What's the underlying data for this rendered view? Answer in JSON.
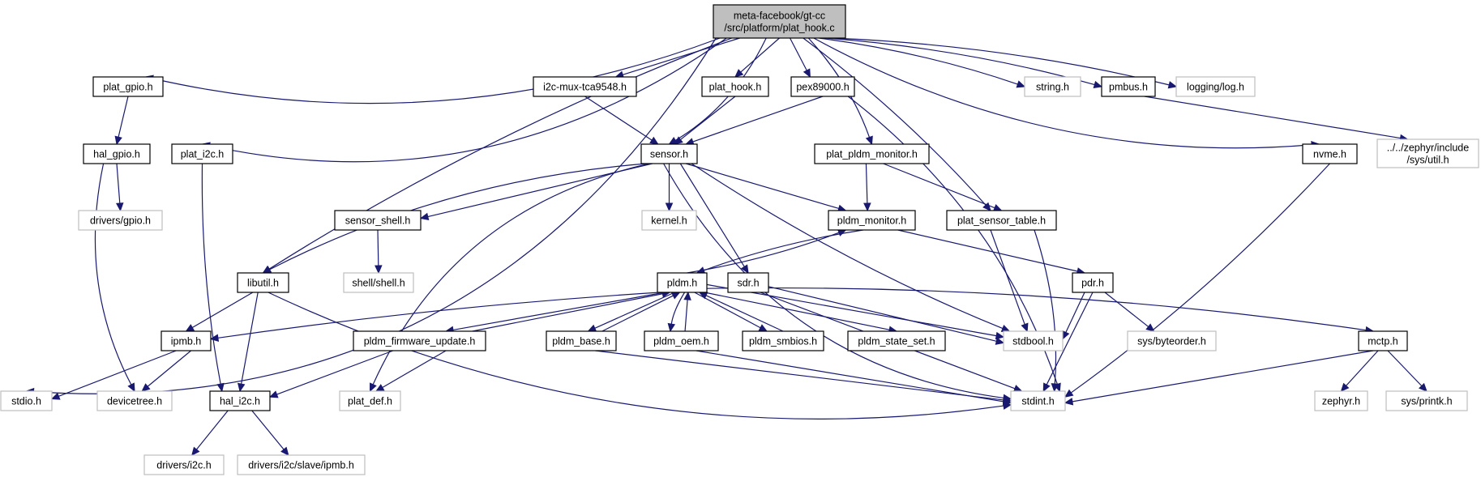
{
  "colors": {
    "edge": "#191970",
    "root_fill": "#bfbfbf",
    "local_border": "#000000",
    "external_border": "#bfbfbf"
  },
  "nodes": {
    "root": {
      "lines": [
        "meta-facebook/gt-cc",
        "/src/platform/plat_hook.c"
      ],
      "kind": "root"
    },
    "plat_gpio": {
      "lines": [
        "plat_gpio.h"
      ],
      "kind": "local"
    },
    "i2c_mux": {
      "lines": [
        "i2c-mux-tca9548.h"
      ],
      "kind": "local"
    },
    "plat_hook": {
      "lines": [
        "plat_hook.h"
      ],
      "kind": "local"
    },
    "pex89000": {
      "lines": [
        "pex89000.h"
      ],
      "kind": "local"
    },
    "string": {
      "lines": [
        "string.h"
      ],
      "kind": "external"
    },
    "pmbus": {
      "lines": [
        "pmbus.h"
      ],
      "kind": "local"
    },
    "logging": {
      "lines": [
        "logging/log.h"
      ],
      "kind": "external"
    },
    "hal_gpio": {
      "lines": [
        "hal_gpio.h"
      ],
      "kind": "local"
    },
    "plat_i2c": {
      "lines": [
        "plat_i2c.h"
      ],
      "kind": "local"
    },
    "sensor": {
      "lines": [
        "sensor.h"
      ],
      "kind": "local"
    },
    "plat_pldm_monitor": {
      "lines": [
        "plat_pldm_monitor.h"
      ],
      "kind": "local"
    },
    "nvme": {
      "lines": [
        "nvme.h"
      ],
      "kind": "local"
    },
    "sys_util": {
      "lines": [
        "../../zephyr/include",
        "/sys/util.h"
      ],
      "kind": "external"
    },
    "drivers_gpio": {
      "lines": [
        "drivers/gpio.h"
      ],
      "kind": "external"
    },
    "sensor_shell": {
      "lines": [
        "sensor_shell.h"
      ],
      "kind": "local"
    },
    "kernel": {
      "lines": [
        "kernel.h"
      ],
      "kind": "external"
    },
    "pldm_monitor": {
      "lines": [
        "pldm_monitor.h"
      ],
      "kind": "local"
    },
    "plat_sensor_table": {
      "lines": [
        "plat_sensor_table.h"
      ],
      "kind": "local"
    },
    "shell": {
      "lines": [
        "shell/shell.h"
      ],
      "kind": "external"
    },
    "libutil": {
      "lines": [
        "libutil.h"
      ],
      "kind": "local"
    },
    "pldm": {
      "lines": [
        "pldm.h"
      ],
      "kind": "local"
    },
    "sdr": {
      "lines": [
        "sdr.h"
      ],
      "kind": "local"
    },
    "pdr": {
      "lines": [
        "pdr.h"
      ],
      "kind": "local"
    },
    "ipmb": {
      "lines": [
        "ipmb.h"
      ],
      "kind": "local"
    },
    "pldm_fw": {
      "lines": [
        "pldm_firmware_update.h"
      ],
      "kind": "local"
    },
    "pldm_base": {
      "lines": [
        "pldm_base.h"
      ],
      "kind": "local"
    },
    "pldm_oem": {
      "lines": [
        "pldm_oem.h"
      ],
      "kind": "local"
    },
    "pldm_smbios": {
      "lines": [
        "pldm_smbios.h"
      ],
      "kind": "local"
    },
    "pldm_state_set": {
      "lines": [
        "pldm_state_set.h"
      ],
      "kind": "local"
    },
    "stdbool": {
      "lines": [
        "stdbool.h"
      ],
      "kind": "external"
    },
    "byteorder": {
      "lines": [
        "sys/byteorder.h"
      ],
      "kind": "external"
    },
    "mctp": {
      "lines": [
        "mctp.h"
      ],
      "kind": "local"
    },
    "stdio": {
      "lines": [
        "stdio.h"
      ],
      "kind": "external"
    },
    "devicetree": {
      "lines": [
        "devicetree.h"
      ],
      "kind": "external"
    },
    "hal_i2c": {
      "lines": [
        "hal_i2c.h"
      ],
      "kind": "local"
    },
    "plat_def": {
      "lines": [
        "plat_def.h"
      ],
      "kind": "external"
    },
    "stdint": {
      "lines": [
        "stdint.h"
      ],
      "kind": "external"
    },
    "zephyr": {
      "lines": [
        "zephyr.h"
      ],
      "kind": "external"
    },
    "printk": {
      "lines": [
        "sys/printk.h"
      ],
      "kind": "external"
    },
    "drivers_i2c": {
      "lines": [
        "drivers/i2c.h"
      ],
      "kind": "external"
    },
    "drivers_ipmb": {
      "lines": [
        "drivers/i2c/slave/ipmb.h"
      ],
      "kind": "external"
    }
  }
}
